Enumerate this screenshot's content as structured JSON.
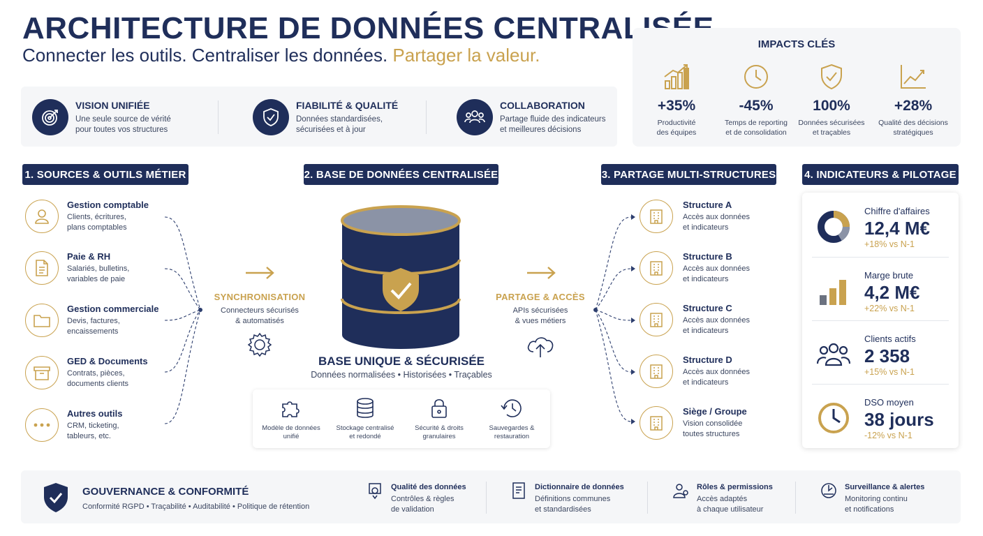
{
  "header": {
    "title": "ARCHITECTURE DE DONNÉES CENTRALISÉE",
    "subtitle_part1": "Connecter les outils. Centraliser les données.",
    "subtitle_part2": "Partager la valeur."
  },
  "benefits": [
    {
      "title": "VISION UNIFIÉE",
      "line1": "Une seule source de vérité",
      "line2": "pour toutes vos structures",
      "icon": "target-icon"
    },
    {
      "title": "FIABILITÉ & QUALITÉ",
      "line1": "Données standardisées,",
      "line2": "sécurisées et à jour",
      "icon": "shield-check-icon"
    },
    {
      "title": "COLLABORATION",
      "line1": "Partage fluide des indicateurs",
      "line2": "et meilleures décisions",
      "icon": "users-icon"
    }
  ],
  "impacts": {
    "title": "IMPACTS CLÉS",
    "items": [
      {
        "value": "+35%",
        "line1": "Productivité",
        "line2": "des équipes",
        "icon": "bar-chart-up-icon"
      },
      {
        "value": "-45%",
        "line1": "Temps de reporting",
        "line2": "et de consolidation",
        "icon": "clock-icon"
      },
      {
        "value": "100%",
        "line1": "Données sécurisées",
        "line2": "et traçables",
        "icon": "shield-check-icon"
      },
      {
        "value": "+28%",
        "line1": "Qualité des décisions",
        "line2": "stratégiques",
        "icon": "line-chart-icon"
      }
    ]
  },
  "sections": {
    "s1": "1. SOURCES & OUTILS MÉTIER",
    "s2": "2. BASE DE DONNÉES CENTRALISÉE",
    "s3": "3. PARTAGE MULTI-STRUCTURES",
    "s4": "4. INDICATEURS & PILOTAGE"
  },
  "sources": [
    {
      "title": "Gestion comptable",
      "line1": "Clients, écritures,",
      "line2": "plans comptables",
      "icon": "user-icon"
    },
    {
      "title": "Paie & RH",
      "line1": "Salariés, bulletins,",
      "line2": "variables de paie",
      "icon": "document-icon"
    },
    {
      "title": "Gestion commerciale",
      "line1": "Devis, factures,",
      "line2": "encaissements",
      "icon": "folder-icon"
    },
    {
      "title": "GED & Documents",
      "line1": "Contrats, pièces,",
      "line2": "documents clients",
      "icon": "archive-box-icon"
    },
    {
      "title": "Autres outils",
      "line1": "CRM, ticketing,",
      "line2": "tableurs, etc.",
      "icon": "more-dots-icon"
    }
  ],
  "sync": {
    "title": "SYNCHRONISATION",
    "line1": "Connecteurs sécurisés",
    "line2": "& automatisés"
  },
  "share": {
    "title": "PARTAGE & ACCÈS",
    "line1": "APIs sécurisées",
    "line2": "& vues métiers"
  },
  "database": {
    "title": "BASE UNIQUE & SÉCURISÉE",
    "subtitle": "Données normalisées • Historisées • Traçables",
    "features": [
      {
        "line1": "Modèle de données",
        "line2": "unifié",
        "icon": "puzzle-icon"
      },
      {
        "line1": "Stockage centralisé",
        "line2": "et redondé",
        "icon": "database-icon"
      },
      {
        "line1": "Sécurité & droits",
        "line2": "granulaires",
        "icon": "lock-icon"
      },
      {
        "line1": "Sauvegardes &",
        "line2": "restauration",
        "icon": "history-clock-icon"
      }
    ]
  },
  "structures": [
    {
      "title": "Structure A",
      "line1": "Accès aux données",
      "line2": "et indicateurs"
    },
    {
      "title": "Structure B",
      "line1": "Accès aux données",
      "line2": "et indicateurs"
    },
    {
      "title": "Structure C",
      "line1": "Accès aux données",
      "line2": "et indicateurs"
    },
    {
      "title": "Structure D",
      "line1": "Accès aux données",
      "line2": "et indicateurs"
    },
    {
      "title": "Siège / Groupe",
      "line1": "Vision consolidée",
      "line2": "toutes structures"
    }
  ],
  "kpis": [
    {
      "label": "Chiffre d'affaires",
      "value": "12,4 M€",
      "change": "+18% vs N-1",
      "icon": "donut-chart-icon"
    },
    {
      "label": "Marge brute",
      "value": "4,2 M€",
      "change": "+22% vs N-1",
      "icon": "bar-chart-icon"
    },
    {
      "label": "Clients actifs",
      "value": "2 358",
      "change": "+15% vs N-1",
      "icon": "users-group-icon"
    },
    {
      "label": "DSO moyen",
      "value": "38 jours",
      "change": "-12% vs N-1",
      "icon": "clock-icon"
    }
  ],
  "governance": {
    "title": "GOUVERNANCE & CONFORMITÉ",
    "subtitle": "Conformité RGPD • Traçabilité • Auditabilité • Politique de rétention",
    "items": [
      {
        "title": "Qualité des données",
        "line1": "Contrôles & règles",
        "line2": "de validation",
        "icon": "quality-badge-icon"
      },
      {
        "title": "Dictionnaire de données",
        "line1": "Définitions communes",
        "line2": "et standardisées",
        "icon": "dictionary-icon"
      },
      {
        "title": "Rôles & permissions",
        "line1": "Accès adaptés",
        "line2": "à chaque utilisateur",
        "icon": "user-role-icon"
      },
      {
        "title": "Surveillance & alertes",
        "line1": "Monitoring continu",
        "line2": "et notifications",
        "icon": "monitoring-icon"
      }
    ]
  },
  "colors": {
    "navy": "#1f2e5a",
    "gold": "#c9a24f",
    "panel": "#f5f6f8"
  }
}
